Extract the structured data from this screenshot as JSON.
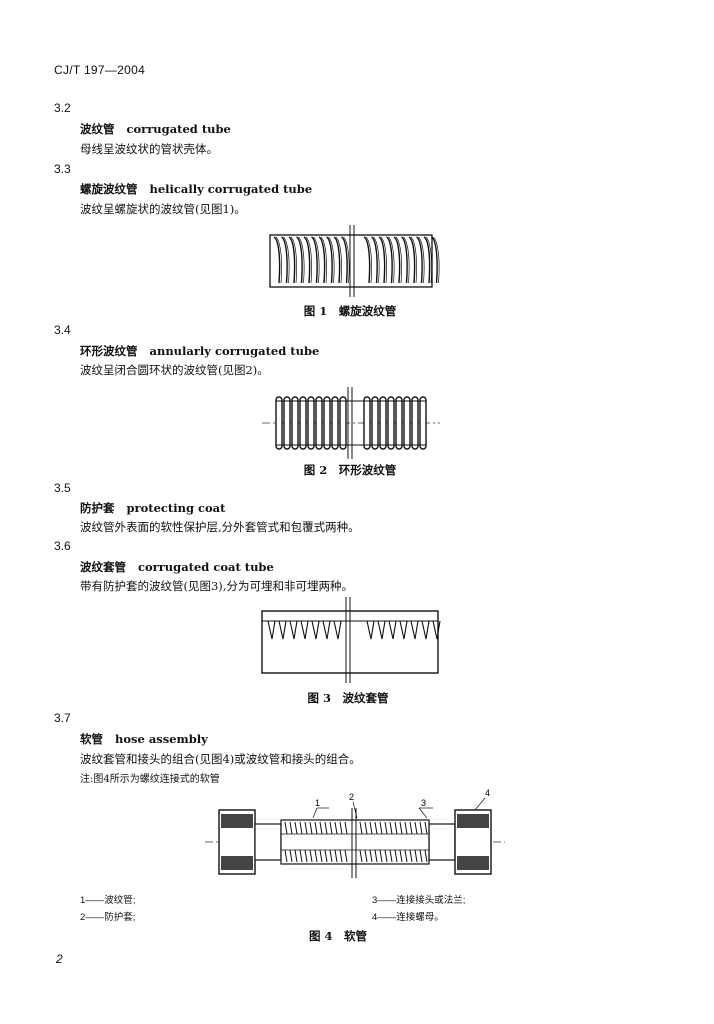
{
  "header": "CJ/T 197—2004",
  "sections": [
    {
      "num": "3.2",
      "term_zh": "波纹管",
      "term_en": "corrugated tube",
      "definition": "母线呈波纹状的管状壳体。"
    },
    {
      "num": "3.3",
      "term_zh": "螺旋波纹管",
      "term_en": "helically corrugated tube",
      "definition": "波纹呈螺旋状的波纹管(见图1)。"
    },
    {
      "num": "3.4",
      "term_zh": "环形波纹管",
      "term_en": "annularly corrugated tube",
      "definition": "波纹呈闭合圆环状的波纹管(见图2)。"
    },
    {
      "num": "3.5",
      "term_zh": "防护套",
      "term_en": "protecting coat",
      "definition": "波纹管外表面的软性保护层,分外套管式和包覆式两种。"
    },
    {
      "num": "3.6",
      "term_zh": "波纹套管",
      "term_en": "corrugated coat tube",
      "definition": "带有防护套的波纹管(见图3),分为可埋和非可埋两种。"
    },
    {
      "num": "3.7",
      "term_zh": "软管",
      "term_en": "hose assembly",
      "definition": "波纹套管和接头的组合(见图4)或波纹管和接头的组合。"
    }
  ],
  "note": "注:图4所示为螺纹连接式的软管",
  "figures": {
    "fig1": "图 1　螺旋波纹管",
    "fig2": "图 2　环形波纹管",
    "fig3": "图 3　波纹套管",
    "fig4": "图 4　软管"
  },
  "fig4_callouts": [
    "1",
    "2",
    "3",
    "4"
  ],
  "legend": [
    {
      "num": "1",
      "text": "——波纹管;"
    },
    {
      "num": "2",
      "text": "——防护套;"
    },
    {
      "num": "3",
      "text": "——连接接头或法兰;"
    },
    {
      "num": "4",
      "text": "——连接螺母。"
    }
  ],
  "page_number": "2"
}
